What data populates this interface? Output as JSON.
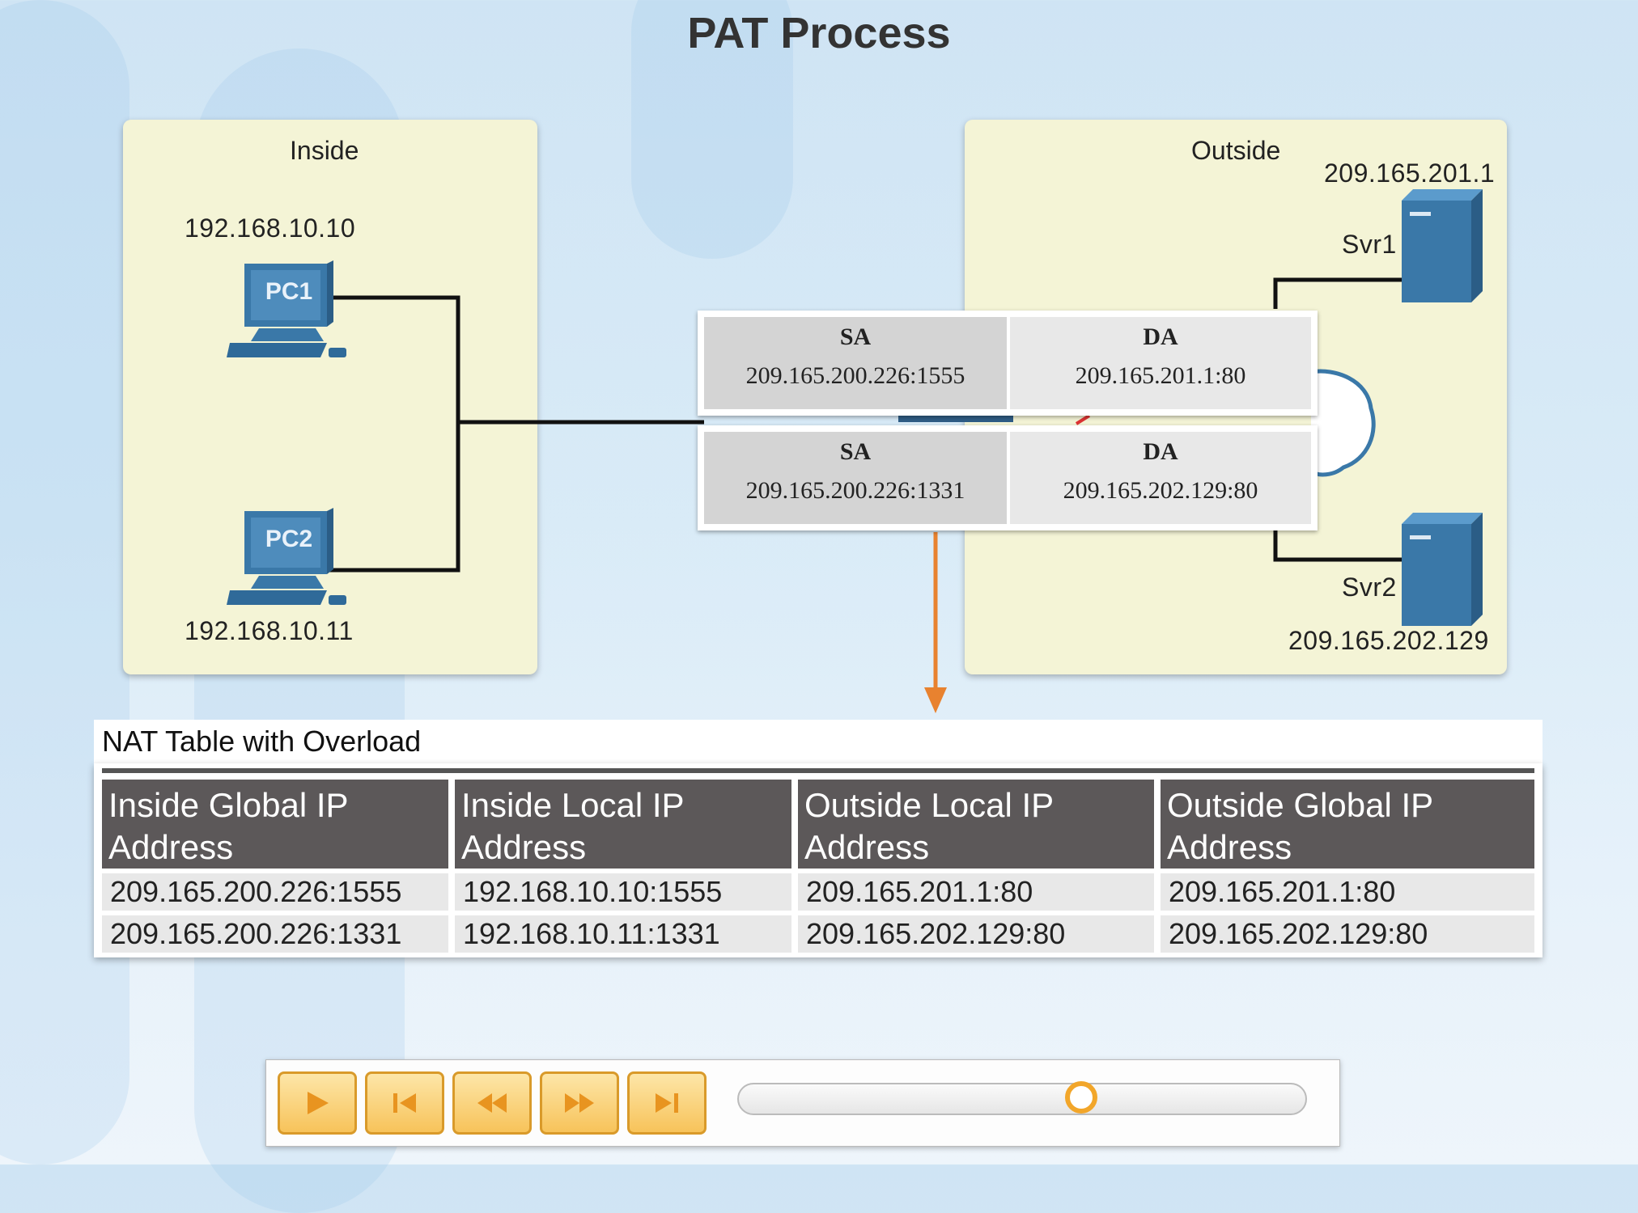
{
  "title": "PAT Process",
  "inside": {
    "label": "Inside",
    "pc1": {
      "name": "PC1",
      "ip": "192.168.10.10"
    },
    "pc2": {
      "name": "PC2",
      "ip": "192.168.10.11"
    }
  },
  "outside": {
    "label": "Outside",
    "svr1": {
      "name": "Svr1",
      "ip": "209.165.201.1"
    },
    "svr2": {
      "name": "Svr2",
      "ip": "209.165.202.129"
    }
  },
  "packets": [
    {
      "sa_label": "SA",
      "sa": "209.165.200.226:1555",
      "da_label": "DA",
      "da": "209.165.201.1:80"
    },
    {
      "sa_label": "SA",
      "sa": "209.165.200.226:1331",
      "da_label": "DA",
      "da": "209.165.202.129:80"
    }
  ],
  "nat_table": {
    "title": "NAT Table with Overload",
    "headers": [
      [
        "Inside Global IP",
        "Address"
      ],
      [
        "Inside Local IP",
        "Address"
      ],
      [
        "Outside Local IP",
        "Address"
      ],
      [
        "Outside Global IP",
        "Address"
      ]
    ],
    "rows": [
      [
        "209.165.200.226:1555",
        "192.168.10.10:1555",
        "209.165.201.1:80",
        "209.165.201.1:80"
      ],
      [
        "209.165.200.226:1331",
        "192.168.10.11:1331",
        "209.165.202.129:80",
        "209.165.202.129:80"
      ]
    ]
  },
  "player": {
    "progress": 0.61
  },
  "colors": {
    "device": "#3a78a8",
    "arrow": "#e8822f",
    "zone": "#f4f4d6",
    "header": "#5c5859"
  }
}
